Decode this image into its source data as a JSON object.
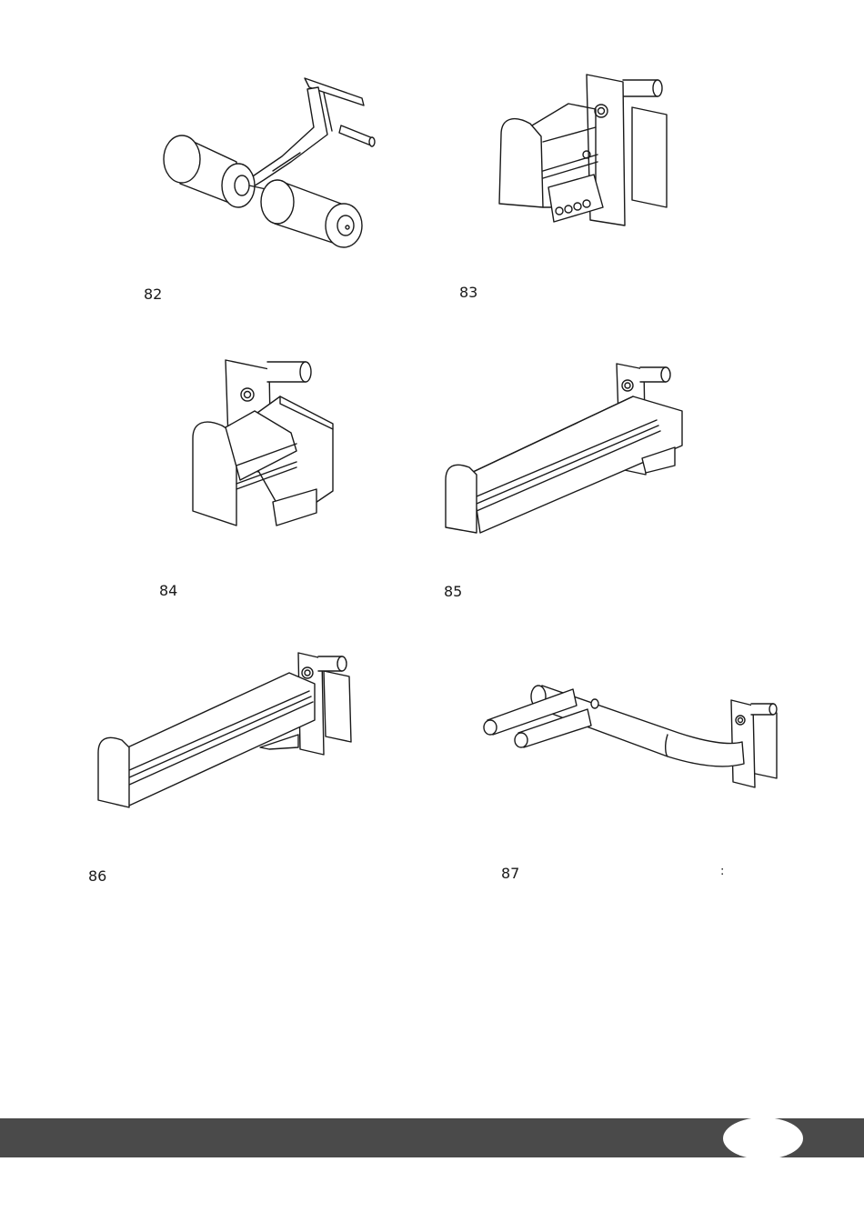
{
  "figures": [
    {
      "id": "82",
      "label": "82",
      "subject": "roller-pad-attachment"
    },
    {
      "id": "83",
      "label": "83",
      "subject": "adjustable-bracket-attachment"
    },
    {
      "id": "84",
      "label": "84",
      "subject": "short-pad-bracket"
    },
    {
      "id": "85",
      "label": "85",
      "subject": "long-pad-bracket"
    },
    {
      "id": "86",
      "label": "86",
      "subject": "long-pad-bracket-angled"
    },
    {
      "id": "87",
      "label": "87",
      "subject": "curved-bar-peg-attachment"
    }
  ],
  "stray_mark": ":",
  "footer": {
    "bar_color": "#4a4a4a",
    "page_number": ""
  }
}
